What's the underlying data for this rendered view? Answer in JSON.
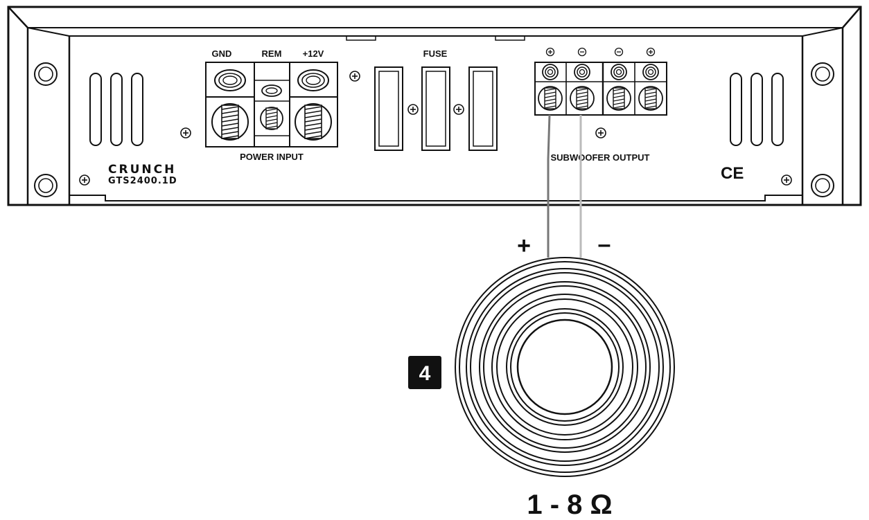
{
  "amplifier": {
    "brand": "CRUNCH",
    "model": "GTS2400.1D",
    "ce_mark": "CE",
    "power_input": {
      "title": "POWER INPUT",
      "terminals": [
        "GND",
        "REM",
        "+12V"
      ]
    },
    "fuse_label": "FUSE",
    "subwoofer_output": {
      "title": "SUBWOOFER OUTPUT",
      "terminal_polarity_icons": [
        "plus-circle-icon",
        "minus-circle-icon",
        "minus-circle-icon",
        "plus-circle-icon"
      ]
    }
  },
  "speaker": {
    "positive_label": "+",
    "negative_label": "–",
    "impedance": "1 - 8 Ω"
  },
  "step_badge": "4",
  "colors": {
    "line": "#111111",
    "badge_bg": "#111111",
    "wire_positive": "#777777",
    "wire_negative": "#bbbbbb"
  }
}
